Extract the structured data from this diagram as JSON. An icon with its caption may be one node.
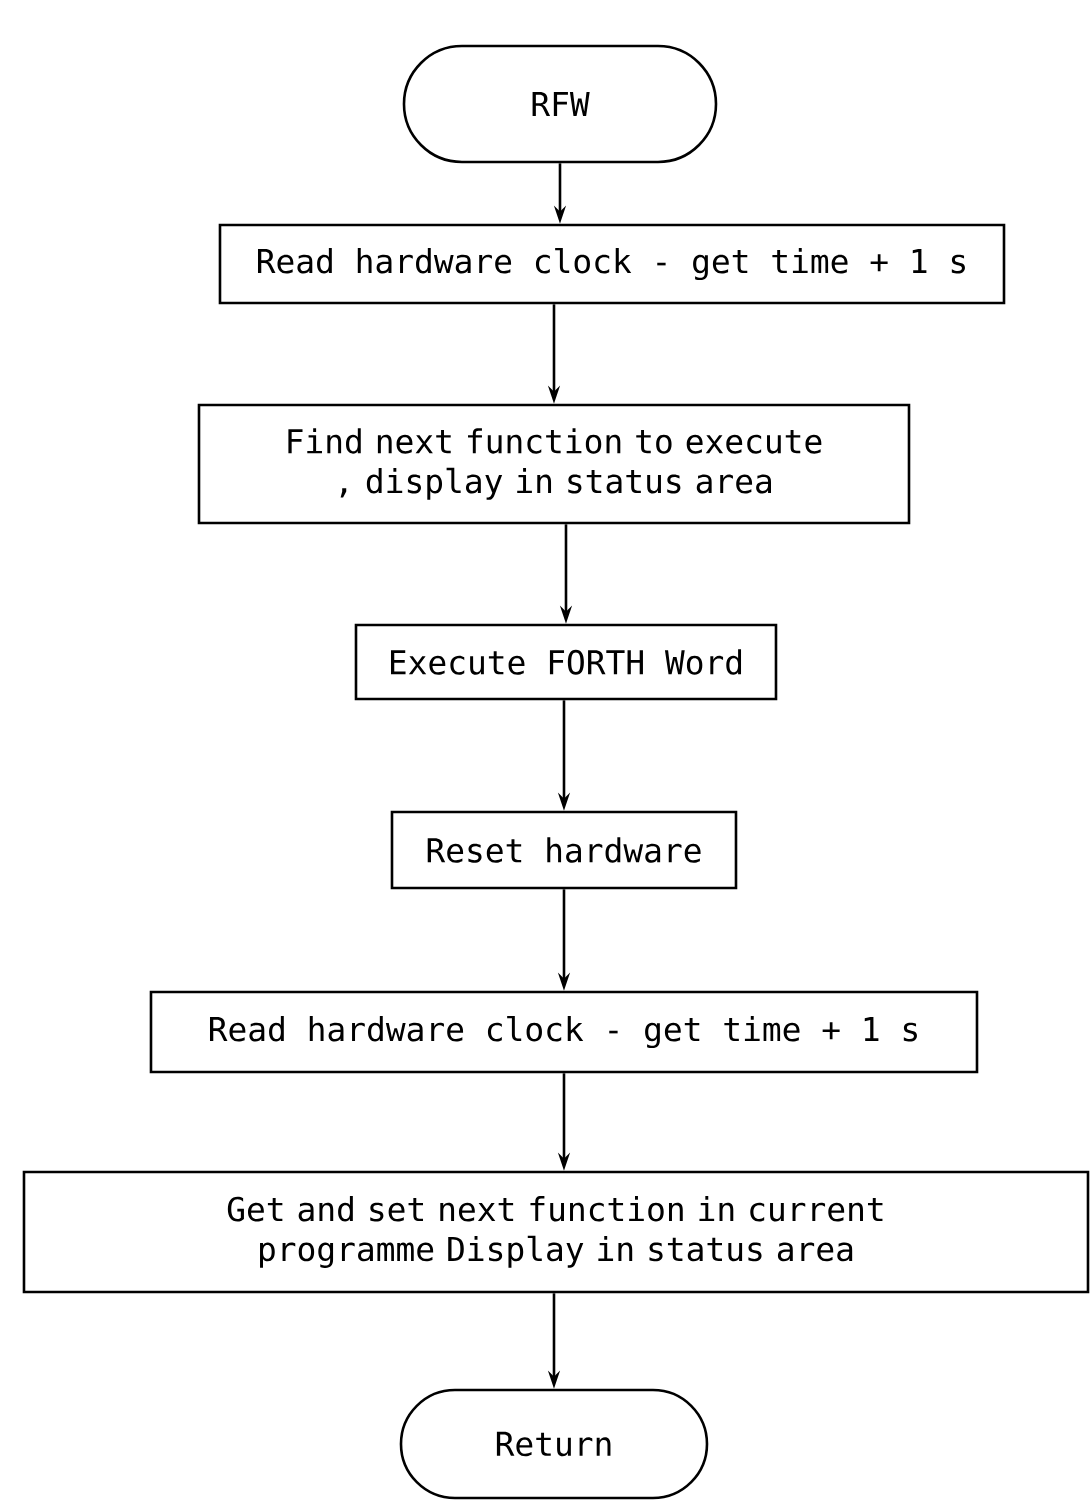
{
  "diagram": {
    "nodes": [
      {
        "text": [
          "RFW"
        ]
      },
      {
        "text": [
          "Read hardware clock - get time + 1 s"
        ]
      },
      {
        "text": [
          "Find next function to execute , display in status area"
        ]
      },
      {
        "text": [
          "Execute FORTH Word"
        ]
      },
      {
        "text": [
          "Reset hardware"
        ]
      },
      {
        "text": [
          "Read hardware clock - get time + 1 s"
        ]
      },
      {
        "text": [
          "Get and set next function in current programme Display in status area"
        ]
      },
      {
        "text": [
          "Return"
        ]
      }
    ],
    "edges": [
      {
        "from": 0,
        "to": 1,
        "arrow": "to"
      },
      {
        "from": 1,
        "to": 2,
        "arrow": "to"
      },
      {
        "from": 2,
        "to": 3,
        "arrow": "to"
      },
      {
        "from": 3,
        "to": 4,
        "arrow": "to"
      },
      {
        "from": 4,
        "to": 5,
        "arrow": "to"
      },
      {
        "from": 5,
        "to": 6,
        "arrow": "to"
      },
      {
        "from": 6,
        "to": 7,
        "arrow": "to"
      }
    ]
  }
}
